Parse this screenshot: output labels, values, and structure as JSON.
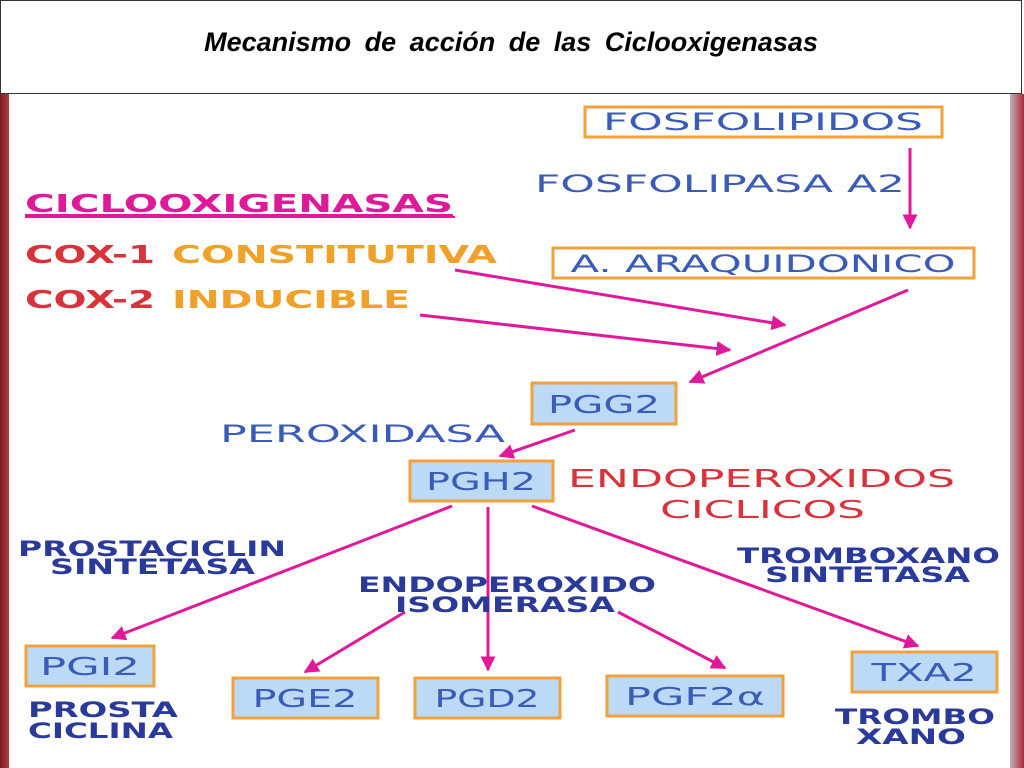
{
  "title": "Mecanismo  de  acción  de  las  Ciclooxigenasas",
  "colors": {
    "arrow": "#e0189a",
    "box_fill": "#bcd9f5",
    "box_border": "#f2a23c",
    "blue_text": "#3b5bb8",
    "red_text": "#d8333a",
    "orange_text": "#f0a12a",
    "pink_text": "#e0189a",
    "navy_text": "#2a3a9a"
  },
  "diagram": {
    "fosfolipidos": "FOSFOLIPIDOS",
    "fosfolipasa": "FOSFOLIPASA A2",
    "araquidonico": "A. ARAQUIDONICO",
    "ciclooxigenasas": "CICLOOXIGENASAS",
    "cox1": "COX-1",
    "cox1_type": "CONSTITUTIVA",
    "cox2": "COX-2",
    "cox2_type": "INDUCIBLE",
    "pgg2": "PGG2",
    "peroxidasa": "PEROXIDASA",
    "pgh2": "PGH2",
    "endoperoxidos_1": "ENDOPEROXIDOS",
    "endoperoxidos_2": "CICLICOS",
    "prostaciclin_1": "PROSTACICLIN",
    "prostaciclin_2": "SINTETASA",
    "isomerasa_1": "ENDOPEROXIDO",
    "isomerasa_2": "ISOMERASA",
    "tromboxano_1": "TROMBOXANO",
    "tromboxano_2": "SINTETASA",
    "pgi2": "PGI2",
    "prosta_1": "PROSTA",
    "prosta_2": "CICLINA",
    "pge2": "PGE2",
    "pgd2": "PGD2",
    "pgf2a": "PGF2α",
    "txa2": "TXA2",
    "trombo_1": "TROMBO",
    "trombo_2": "XANO"
  }
}
